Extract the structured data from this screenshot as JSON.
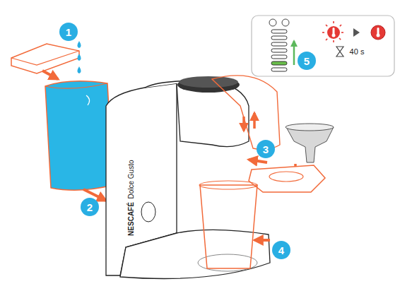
{
  "diagram": {
    "labels": [
      "1",
      "2",
      "3",
      "4",
      "5",
      "40 s",
      "NESCAFÉ",
      "Dolce Gusto"
    ]
  }
}
